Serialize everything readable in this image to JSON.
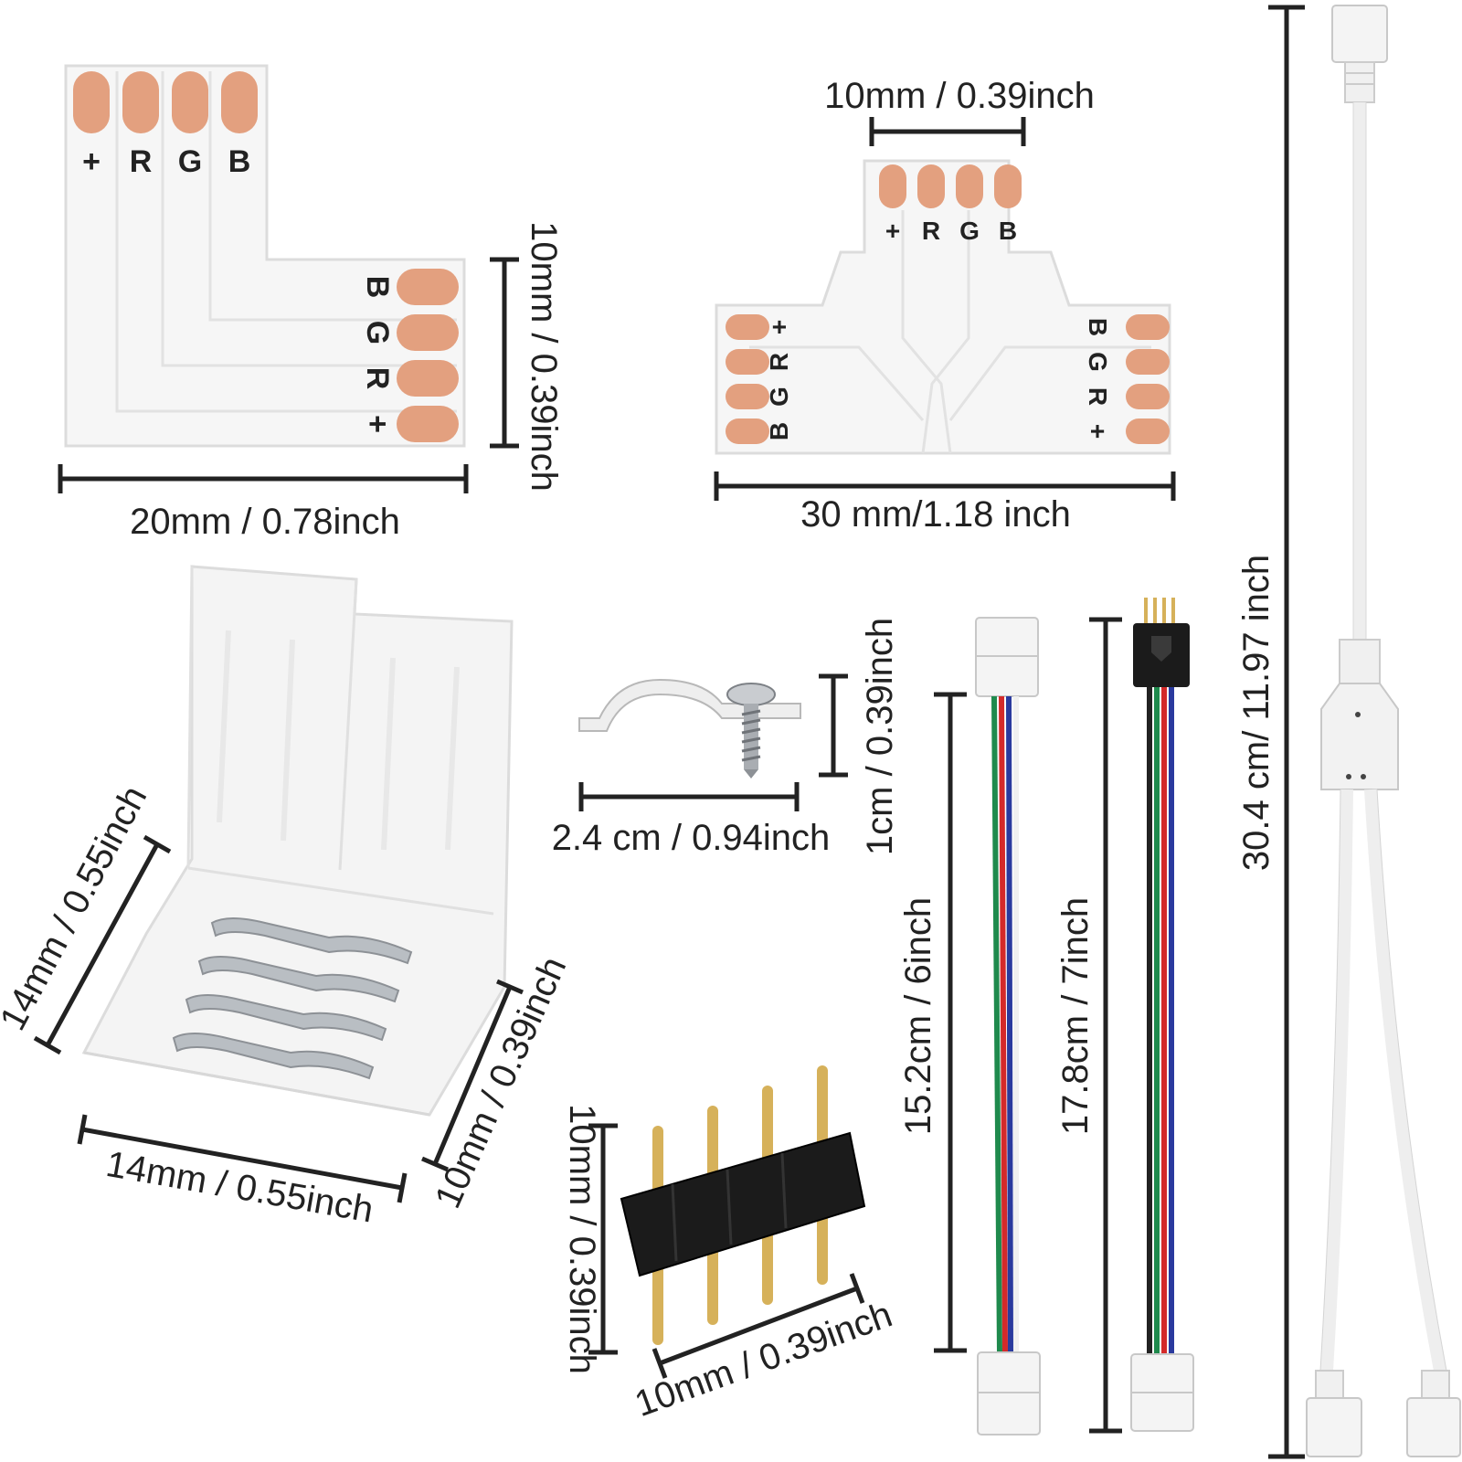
{
  "pin_labels": [
    "+",
    "R",
    "G",
    "B"
  ],
  "dimensions": {
    "l_connector_width": "20mm / 0.78inch",
    "l_connector_height": "10mm / 0.39inch",
    "t_connector_top": "10mm / 0.39inch",
    "t_connector_width": "30 mm/1.18 inch",
    "clip_connector_side": "14mm / 0.55inch",
    "clip_connector_bottom": "14mm / 0.55inch",
    "clip_connector_right": "10mm / 0.39inch",
    "mount_clip_width": "2.4 cm / 0.94inch",
    "mount_clip_height": "1cm / 0.39inch",
    "pin_header_height": "10mm / 0.39inch",
    "pin_header_width": "10mm / 0.39inch",
    "cable_short": "15.2cm / 6inch",
    "cable_long": "17.8cm / 7inch",
    "splitter_length": "30.4 cm/ 11.97 inch"
  },
  "colors": {
    "pad": "#e3a07f",
    "pad_shadow": "#c9825f",
    "board": "#f5f5f5",
    "board_edge": "#d8d8d8",
    "wire_green": "#1f8a4d",
    "wire_red": "#d42a2a",
    "wire_blue": "#2a3a9e",
    "wire_black": "#222222",
    "header_black": "#1b1b1b",
    "pin_gold": "#d6b15a"
  }
}
